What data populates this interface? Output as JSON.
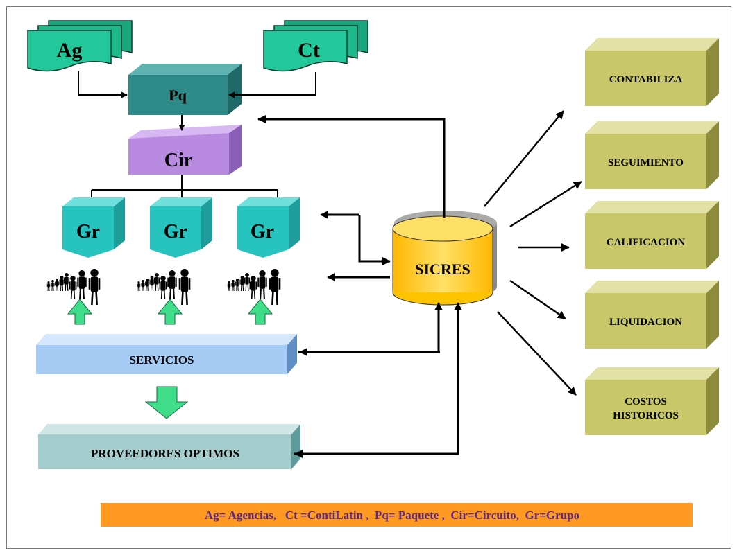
{
  "sources": {
    "ag": "Ag",
    "ct": "Ct"
  },
  "package": "Pq",
  "circuit": "Cir",
  "groups": [
    "Gr",
    "Gr",
    "Gr"
  ],
  "services": "SERVICIOS",
  "providers": "PROVEEDORES OPTIMOS",
  "database": "SICRES",
  "outputs": [
    "CONTABILIZA",
    "SEGUIMIENTO",
    "CALIFICACION",
    "LIQUIDACION",
    [
      "COSTOS",
      "HISTORICOS"
    ]
  ],
  "legend": "Ag= Agencias,   Ct =ContiLatin ,  Pq= Paquete ,  Cir=Circuito,  Gr=Grupo",
  "colors": {
    "doc": "#22c89a",
    "package": "#2e8a88",
    "circuit": "#b98be0",
    "group": "#27c3bf",
    "services": "#a6cbf4",
    "providers": "#a3cccc",
    "database": "#ffcc00",
    "output": "#c8c86a",
    "legend_bg": "#ff9922",
    "legend_text": "#5a2a8a",
    "up_arrow": "#3fdd8a"
  }
}
